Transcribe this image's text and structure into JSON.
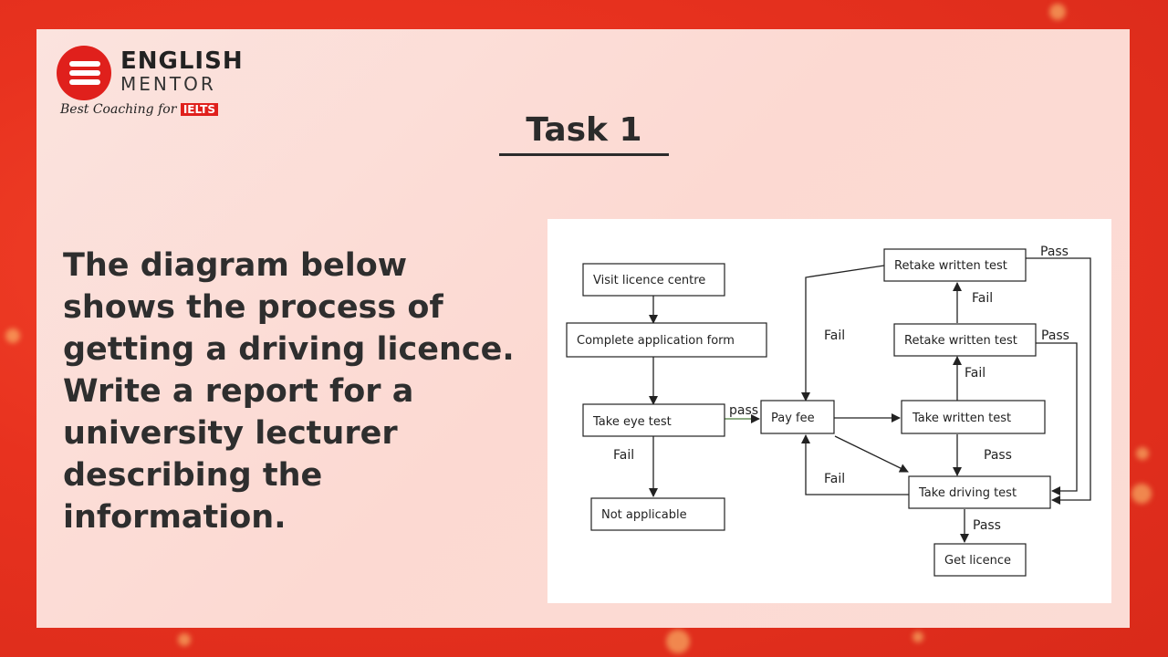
{
  "logo": {
    "brand_line1": "ENGLISH",
    "brand_line2": "MENTOR",
    "tagline": "Best Coaching for",
    "tag_badge": "IELTS"
  },
  "task": {
    "title": "Task 1"
  },
  "prompt": {
    "lines": [
      "The diagram below",
      "shows the process of",
      "getting a driving licence.",
      "Write a report for a",
      "university lecturer",
      "describing the",
      "information."
    ]
  },
  "diagram": {
    "nodes": {
      "visit": "Visit licence centre",
      "complete": "Complete application form",
      "eye": "Take eye test",
      "na": "Not applicable",
      "fee": "Pay fee",
      "written": "Take written test",
      "retake1": "Retake written test",
      "retake2": "Retake written test",
      "driving": "Take driving test",
      "licence": "Get licence"
    },
    "edges": {
      "eye_pass": "pass",
      "eye_fail": "Fail",
      "retake2_pass": "Pass",
      "retake1_pass": "Pass",
      "retake2_fail": "Fail",
      "written_fail": "Fail",
      "retake1_fail": "Fail",
      "written_pass": "Pass",
      "driving_fail": "Fail",
      "driving_pass": "Pass"
    }
  },
  "colors": {
    "background": "#e8321f",
    "card": "#fbddd6",
    "logo_red": "#e0201c",
    "text": "#2e2e2e"
  }
}
